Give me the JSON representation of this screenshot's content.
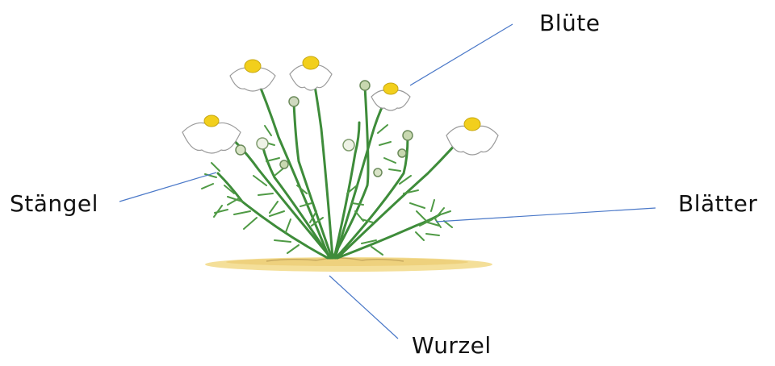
{
  "labels": {
    "bluete": "Blüte",
    "staengel": "Stängel",
    "blaetter": "Blätter",
    "wurzel": "Wurzel"
  },
  "colors": {
    "leader_line": "#4a78c8",
    "stem": "#3e8c3a",
    "leaf": "#4f9a45",
    "petal": "#ffffff",
    "petal_outline": "#9a9a9a",
    "flower_center": "#f2cf1c",
    "ground": "#f1d98a",
    "label_text": "#111111"
  },
  "illustration": "chamomile-plant"
}
